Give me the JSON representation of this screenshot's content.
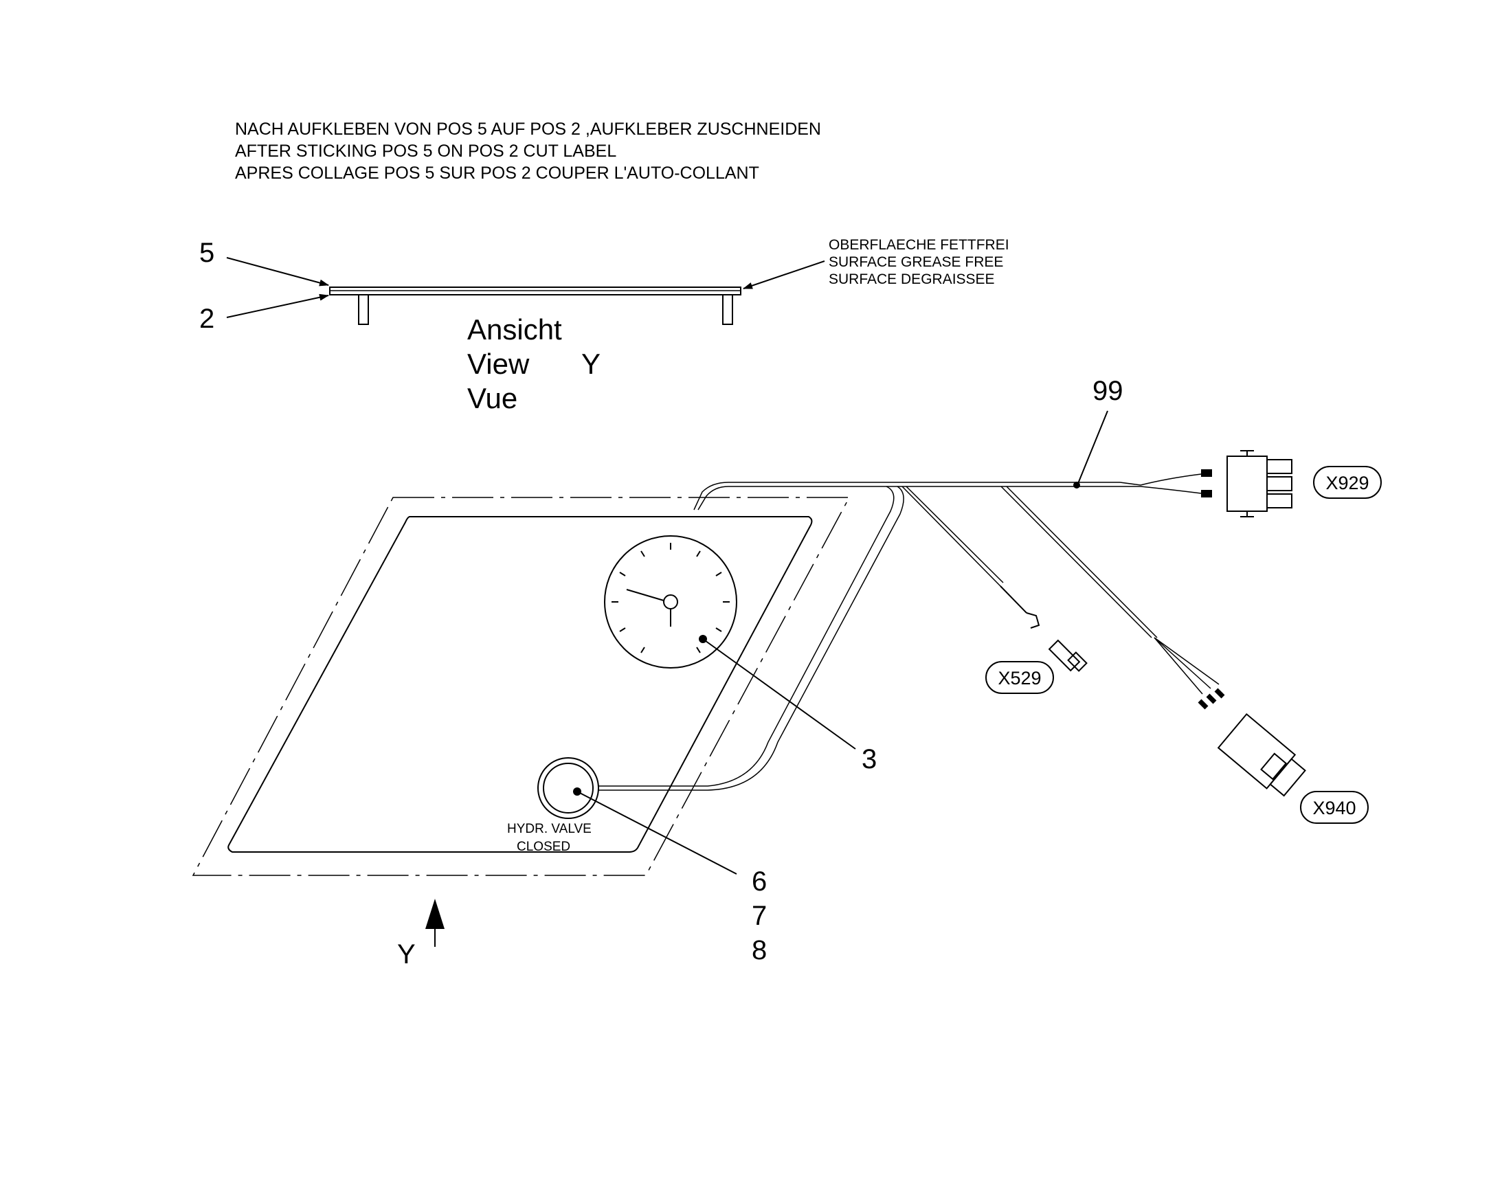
{
  "notes": {
    "line1": "NACH AUFKLEBEN VON POS 5 AUF POS 2 ,AUFKLEBER ZUSCHNEIDEN",
    "line2": "AFTER STICKING POS 5 ON POS 2 CUT LABEL",
    "line3": "APRES COLLAGE POS 5 SUR POS 2 COUPER L'AUTO-COLLANT"
  },
  "surface_note": {
    "line1": "OBERFLAECHE FETTFREI",
    "line2": "SURFACE GREASE FREE",
    "line3": "SURFACE DEGRAISSEE"
  },
  "view_label": {
    "line1": "Ansicht",
    "line2": "View",
    "line3": "Vue",
    "letter": "Y"
  },
  "positions": {
    "p5": "5",
    "p2": "2",
    "p99": "99",
    "p3": "3",
    "p6": "6",
    "p7": "7",
    "p8": "8"
  },
  "connectors": {
    "x929": "X929",
    "x529": "X529",
    "x940": "X940"
  },
  "valve_label": {
    "line1": "HYDR. VALVE",
    "line2": "CLOSED"
  },
  "view_arrow_letter": "Y"
}
